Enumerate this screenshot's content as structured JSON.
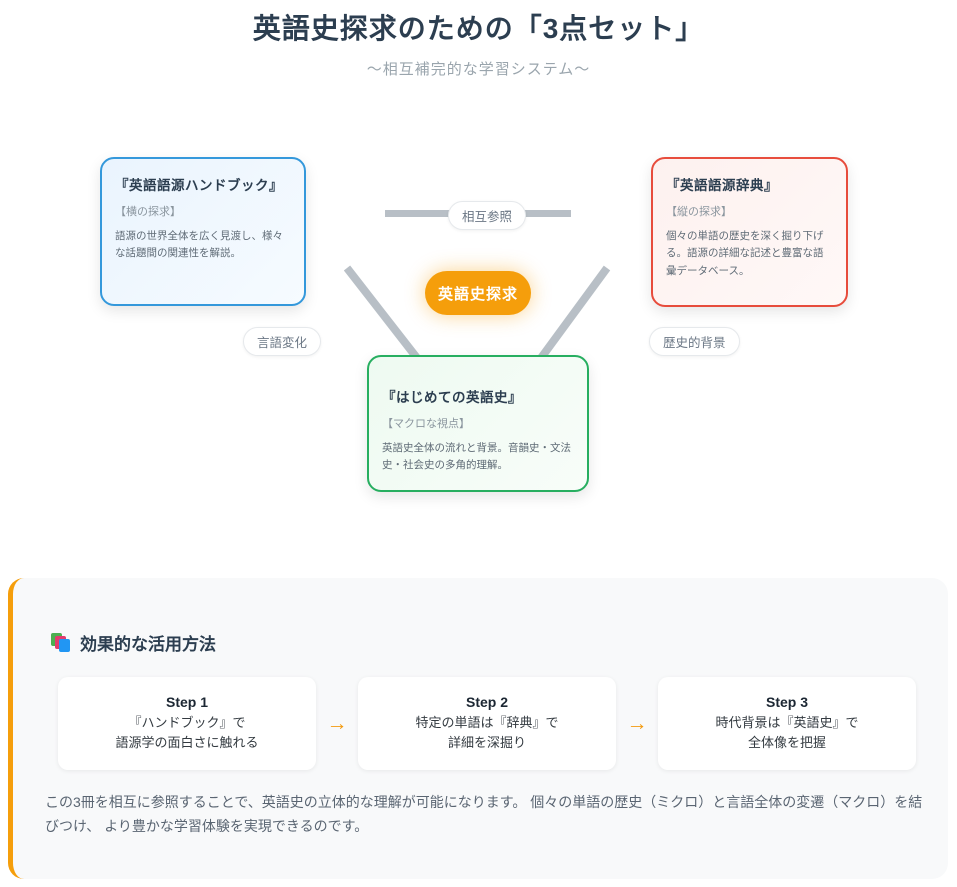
{
  "header": {
    "title": "英語史探求のための「3点セット」",
    "subtitle": "〜相互補完的な学習システム〜"
  },
  "diagram": {
    "center_node_label": "英語史探求",
    "cross_reference_label": "相互参照",
    "left_tag_label": "言語変化",
    "right_tag_label": "歴史的背景",
    "cards": [
      {
        "title": "『英語語源ハンドブック』",
        "subtitle": "【横の探求】",
        "description": "語源の世界全体を広く見渡し、様々な話題間の関連性を解説。"
      },
      {
        "title": "『英語語源辞典』",
        "subtitle": "【縦の探求】",
        "description": "個々の単語の歴史を深く掘り下げる。語源の詳細な記述と豊富な語彙データベース。"
      },
      {
        "title": "『はじめての英語史』",
        "subtitle": "【マクロな視点】",
        "description": "英語史全体の流れと背景。音韻史・文法史・社会史の多角的理解。"
      }
    ]
  },
  "usage_section": {
    "heading": "効果的な活用方法",
    "heading_icon": "books-icon",
    "arrow_glyph": "→",
    "steps": [
      {
        "label": "Step 1",
        "line1": "『ハンドブック』で",
        "line2": "語源学の面白さに触れる"
      },
      {
        "label": "Step 2",
        "line1": "特定の単語は『辞典』で",
        "line2": "詳細を深掘り"
      },
      {
        "label": "Step 3",
        "line1": "時代背景は『英語史』で",
        "line2": "全体像を把握"
      }
    ],
    "note": "この3冊を相互に参照することで、英語史の立体的な理解が可能になります。 個々の単語の歴史（ミクロ）と言語全体の変遷（マクロ）を結びつけ、 より豊かな学習体験を実現できるのです。"
  },
  "colors": {
    "accent_orange": "#f59e0b",
    "handbook_blue": "#3498db",
    "dictionary_red": "#e74c3c",
    "history_green": "#27ae60",
    "connector_gray": "#b8bfc6",
    "panel_background": "#f8f9fa",
    "heading_dark": "#2c3e50"
  }
}
